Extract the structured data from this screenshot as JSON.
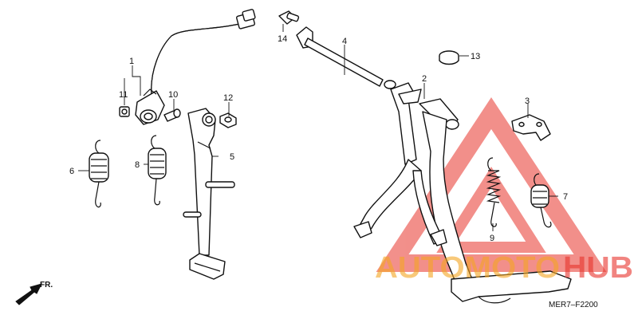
{
  "parts": [
    {
      "label": "1"
    },
    {
      "label": "2"
    },
    {
      "label": "3"
    },
    {
      "label": "4"
    },
    {
      "label": "5"
    },
    {
      "label": "6"
    },
    {
      "label": "7"
    },
    {
      "label": "8"
    },
    {
      "label": "9"
    },
    {
      "label": "10"
    },
    {
      "label": "11"
    },
    {
      "label": "12"
    },
    {
      "label": "13"
    },
    {
      "label": "14"
    }
  ],
  "direction_marker": {
    "text": "FR.",
    "icon": "front-arrow-icon"
  },
  "diagram_code": "MER7–F2200",
  "watermark": {
    "text_part1": "AUTOMOTO",
    "text_part2": "HUB",
    "color_orange": "#f5a623",
    "color_red": "#e8342c"
  }
}
